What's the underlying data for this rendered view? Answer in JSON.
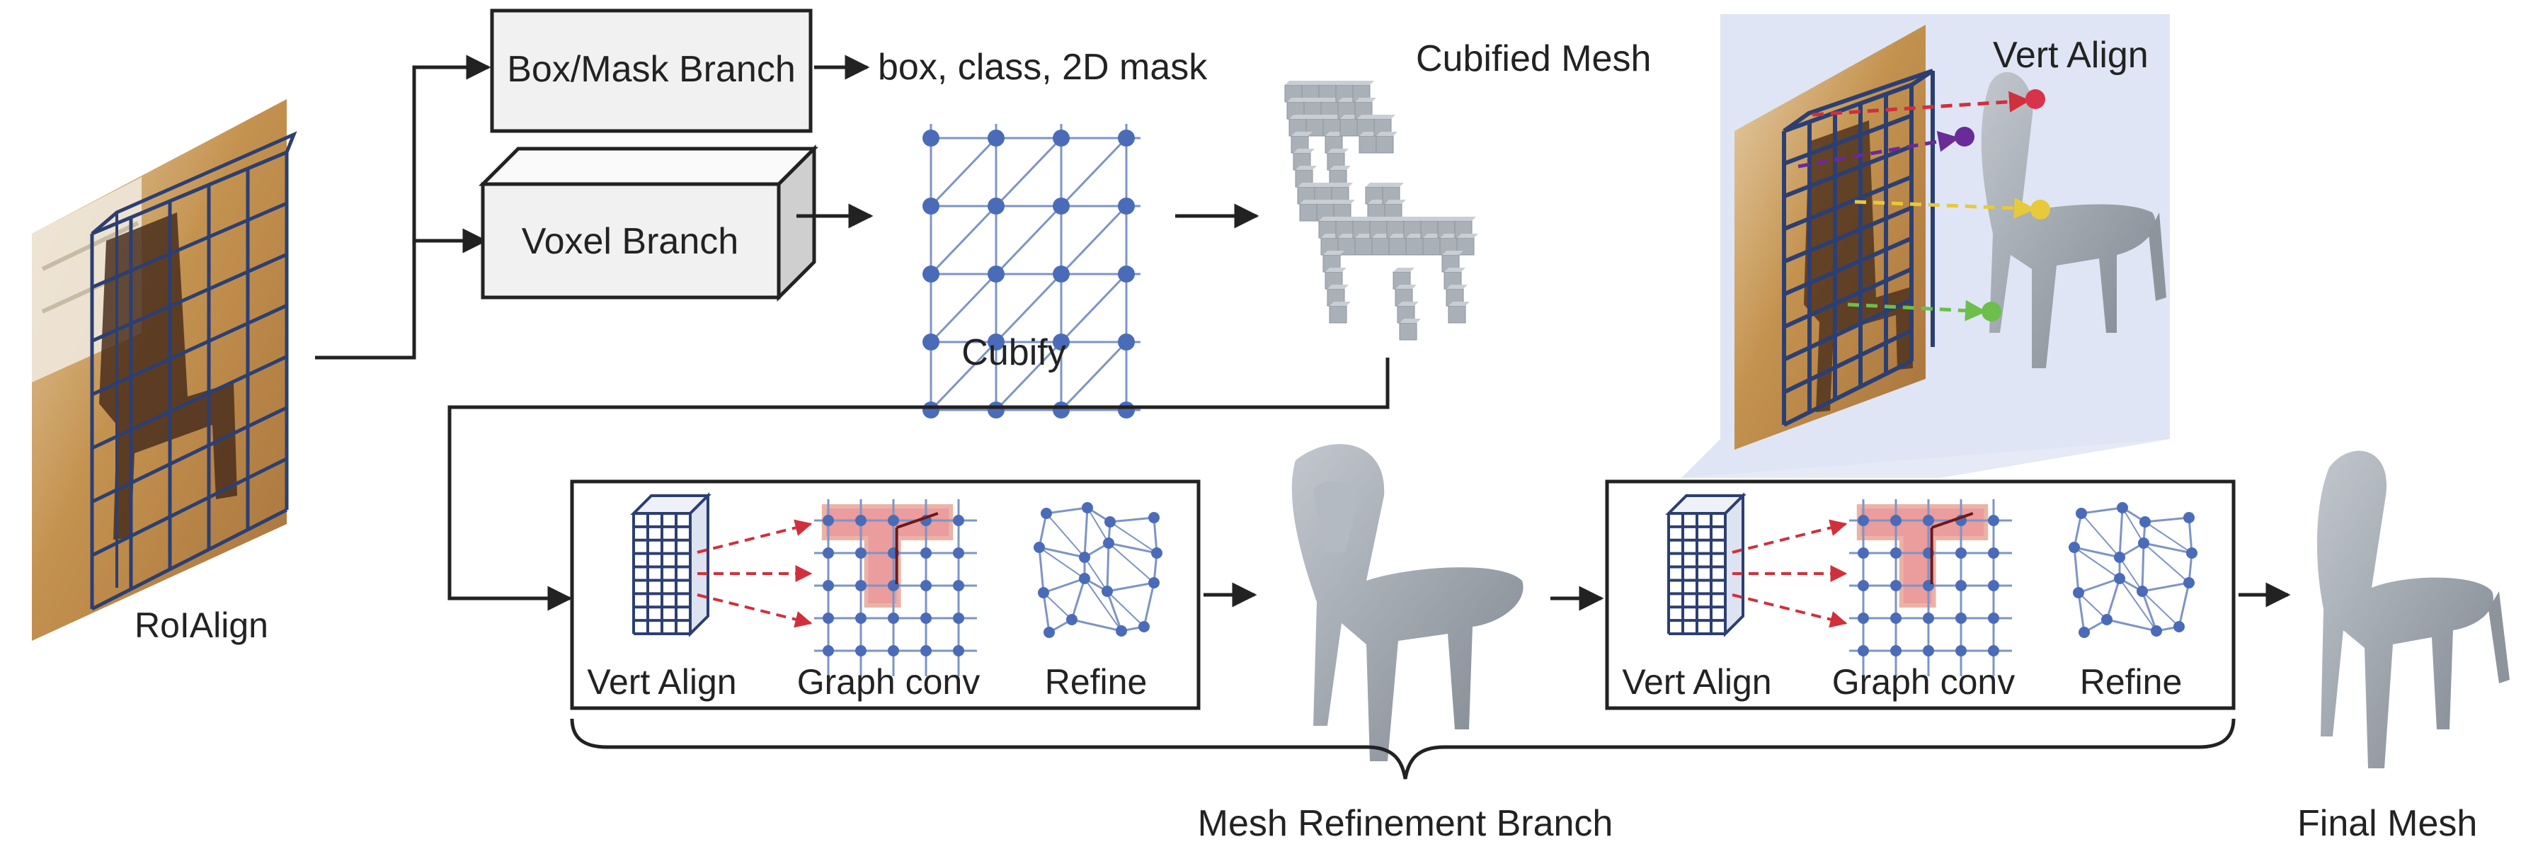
{
  "labels": {
    "roialign": "RoIAlign",
    "box_mask_branch": "Box/Mask Branch",
    "box_outputs": "box, class, 2D mask",
    "voxel_branch": "Voxel Branch",
    "cubify": "Cubify",
    "cubified_mesh": "Cubified Mesh",
    "vert_align_top": "Vert Align",
    "stage1_vert_align": "Vert Align",
    "stage1_graph_conv": "Graph conv",
    "stage1_refine": "Refine",
    "stage2_vert_align": "Vert Align",
    "stage2_graph_conv": "Graph conv",
    "stage2_refine": "Refine",
    "mesh_refinement_branch": "Mesh Refinement Branch",
    "final_mesh": "Final Mesh"
  },
  "colors": {
    "grid_blue": "#2c3f72",
    "node_blue": "#4a6cb8",
    "arrow_red": "#d0303c",
    "highlight_red": "#e57b7b",
    "panel_blue": "#dfe5f4",
    "box_fill": "#f1f1f1",
    "mesh_gray": "#9aa0a8",
    "photo_wood": "#c99a5e"
  },
  "feature_dots": [
    "#d8334a",
    "#6a2a98",
    "#e8c93a",
    "#6cbf4a"
  ]
}
